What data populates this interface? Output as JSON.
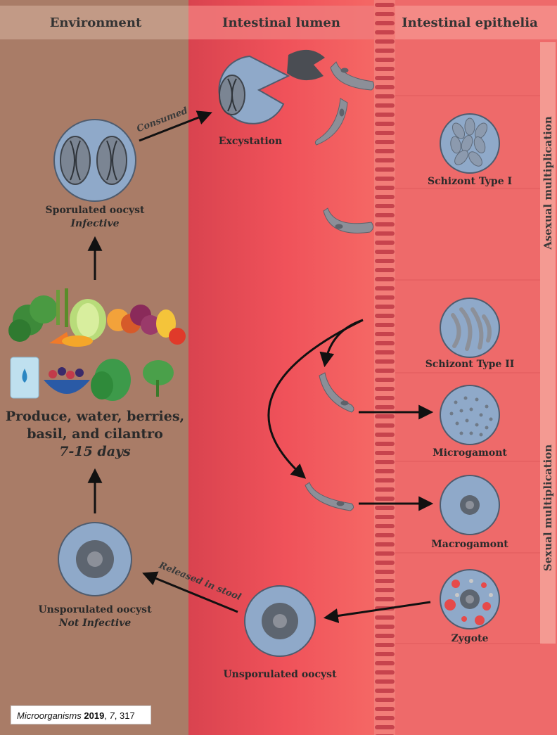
{
  "headers": {
    "environment": "Environment",
    "lumen": "Intestinal lumen",
    "epithelia": "Intestinal epithelia"
  },
  "environment": {
    "sporulated_label": "Sporulated oocyst",
    "sporulated_sub": "Infective",
    "produce_line1": "Produce, water, berries,",
    "produce_line2": "basil, and cilantro",
    "produce_days": "7-15 days",
    "unsporulated_label": "Unsporulated oocyst",
    "unsporulated_sub": "Not Infective"
  },
  "arrows": {
    "consumed": "Consumed",
    "released": "Released in stool"
  },
  "lumen": {
    "excystation": "Excystation",
    "unsporulated": "Unsporulated oocyst"
  },
  "epithelia": {
    "schizont1": "Schizont Type I",
    "schizont2": "Schizont Type II",
    "microgamont": "Microgamont",
    "macrogamont": "Macrogamont",
    "zygote": "Zygote",
    "asexual": "Asexual multiplication",
    "sexual": "Sexual multiplication"
  },
  "citation": {
    "journal": "Microorganisms",
    "year": "2019",
    "volume": "7",
    "page": "317"
  },
  "colors": {
    "environment_bg": "#a97c67",
    "lumen_bg": "#e8505a",
    "epithelia_bg": "#ee6a6a",
    "oocyst_fill": "#8fa9c9",
    "parasite_fill": "#8c8f98"
  }
}
